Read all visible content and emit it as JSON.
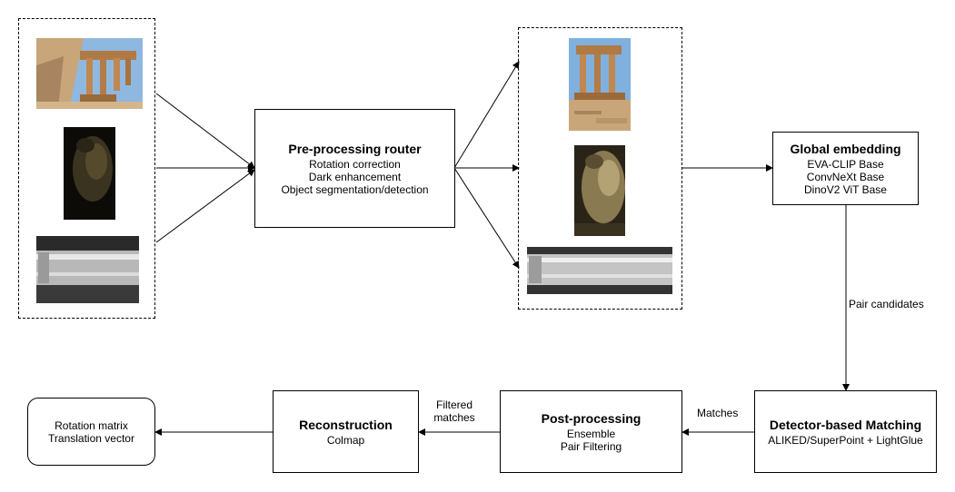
{
  "nodes": {
    "preprocessing": {
      "title": "Pre-processing router",
      "lines": [
        "Rotation correction",
        "Dark enhancement",
        "Object segmentation/detection"
      ]
    },
    "global_embedding": {
      "title": "Global embedding",
      "lines": [
        "EVA-CLIP Base",
        "ConvNeXt Base",
        "DinoV2 ViT Base"
      ]
    },
    "matching": {
      "title": "Detector-based Matching",
      "lines": [
        "ALIKED/SuperPoint + LightGlue"
      ]
    },
    "postprocessing": {
      "title": "Post-processing",
      "lines": [
        "Ensemble",
        "Pair Filtering"
      ]
    },
    "reconstruction": {
      "title": "Reconstruction",
      "lines": [
        "Colmap"
      ]
    },
    "output": {
      "lines": [
        "Rotation matrix",
        "Translation vector"
      ]
    }
  },
  "edges": {
    "pair_candidates": "Pair candidates",
    "matches": "Matches",
    "filtered_matches": [
      "Filtered",
      "matches"
    ]
  },
  "images": {
    "input": [
      "rotated-temple-photo",
      "dark-rock-photo",
      "transparent-tube-photo"
    ],
    "processed": [
      "upright-temple-photo",
      "enhanced-rock-photo",
      "segmented-tube-photo"
    ]
  }
}
